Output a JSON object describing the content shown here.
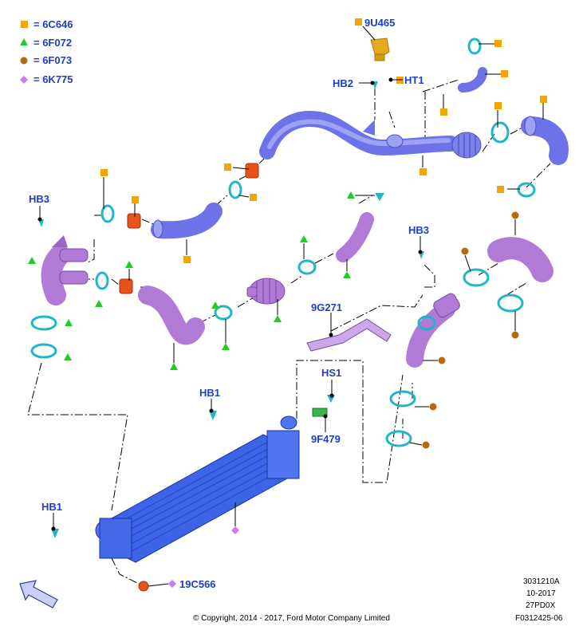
{
  "legend": [
    {
      "symbol": "square",
      "color": "#f5a400",
      "text": "= 6C646"
    },
    {
      "symbol": "triangle",
      "color": "#22cc22",
      "text": "= 6F072"
    },
    {
      "symbol": "circle",
      "color": "#b8680f",
      "text": "= 6F073"
    },
    {
      "symbol": "diamond",
      "color": "#c77cf0",
      "text": "= 6K775"
    }
  ],
  "labels": {
    "l_9u465": "9U465",
    "l_hb2": "HB2",
    "l_ht1": "HT1",
    "l_hb3_left": "HB3",
    "l_hb3_right": "HB3",
    "l_9g271": "9G271",
    "l_hs1": "HS1",
    "l_hb1_mid": "HB1",
    "l_9f479": "9F479",
    "l_hb1_left": "HB1",
    "l_19c566": "19C566"
  },
  "meta": {
    "code": "3031210A",
    "date": "10-2017",
    "variant": "27PD0X",
    "figure": "F0312425-06",
    "copyright": "© Copyright, 2014 - 2017, Ford Motor Company Limited"
  },
  "colors": {
    "square": "#f5a400",
    "triangle": "#22cc22",
    "circle": "#b8680f",
    "diamond": "#c77cf0",
    "label": "#1d3fc4",
    "clamp": "#1fb7c7",
    "tube_blue": "#6d72e8",
    "tube_purple": "#b07ad6",
    "connector": "#e8531c",
    "cooler": "#3d63e6"
  }
}
